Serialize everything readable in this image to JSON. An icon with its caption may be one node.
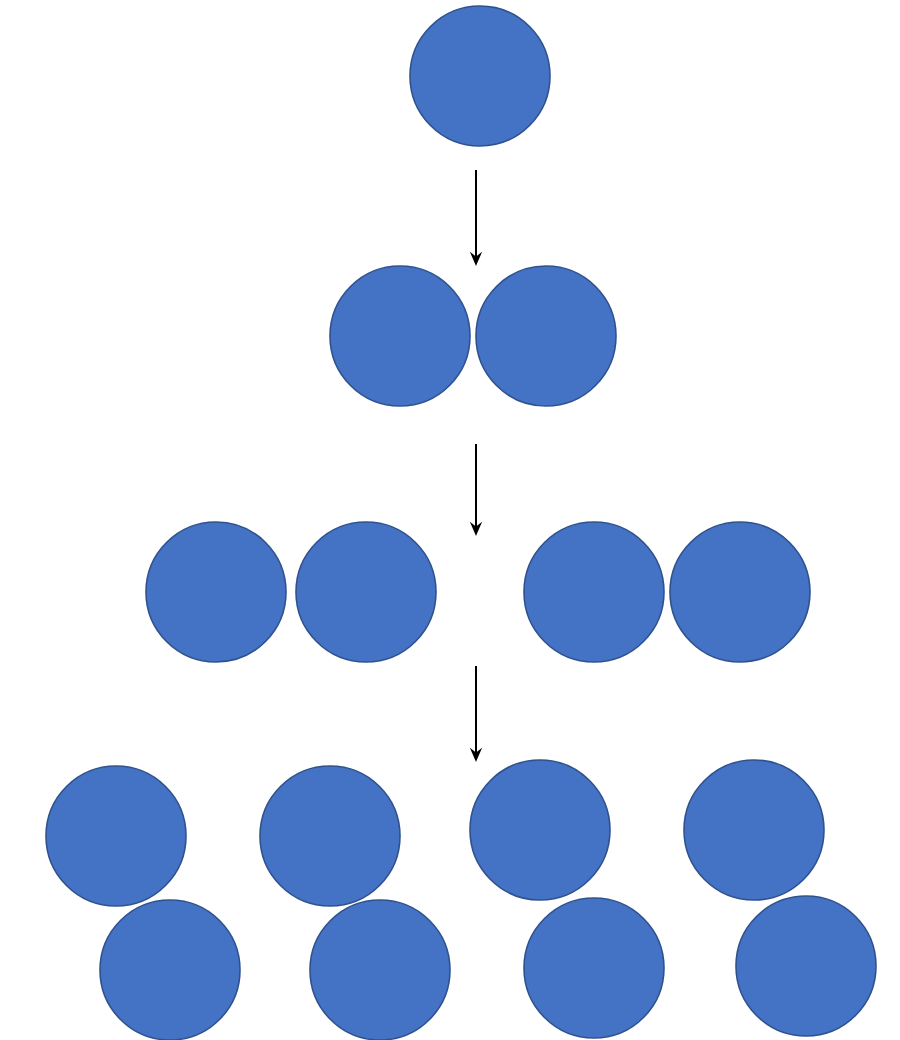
{
  "diagram": {
    "nodes": [
      {
        "text": [],
        "shape": "circle"
      },
      {
        "text": [],
        "shape": "circle"
      },
      {
        "text": [],
        "shape": "circle"
      },
      {
        "text": [],
        "shape": "circle"
      },
      {
        "text": [],
        "shape": "circle"
      },
      {
        "text": [],
        "shape": "circle"
      },
      {
        "text": [],
        "shape": "circle"
      },
      {
        "text": [],
        "shape": "circle"
      },
      {
        "text": [],
        "shape": "circle"
      },
      {
        "text": [],
        "shape": "circle"
      },
      {
        "text": [],
        "shape": "circle"
      },
      {
        "text": [],
        "shape": "circle"
      },
      {
        "text": [],
        "shape": "circle"
      },
      {
        "text": [],
        "shape": "circle"
      },
      {
        "text": [],
        "shape": "circle"
      }
    ]
  }
}
